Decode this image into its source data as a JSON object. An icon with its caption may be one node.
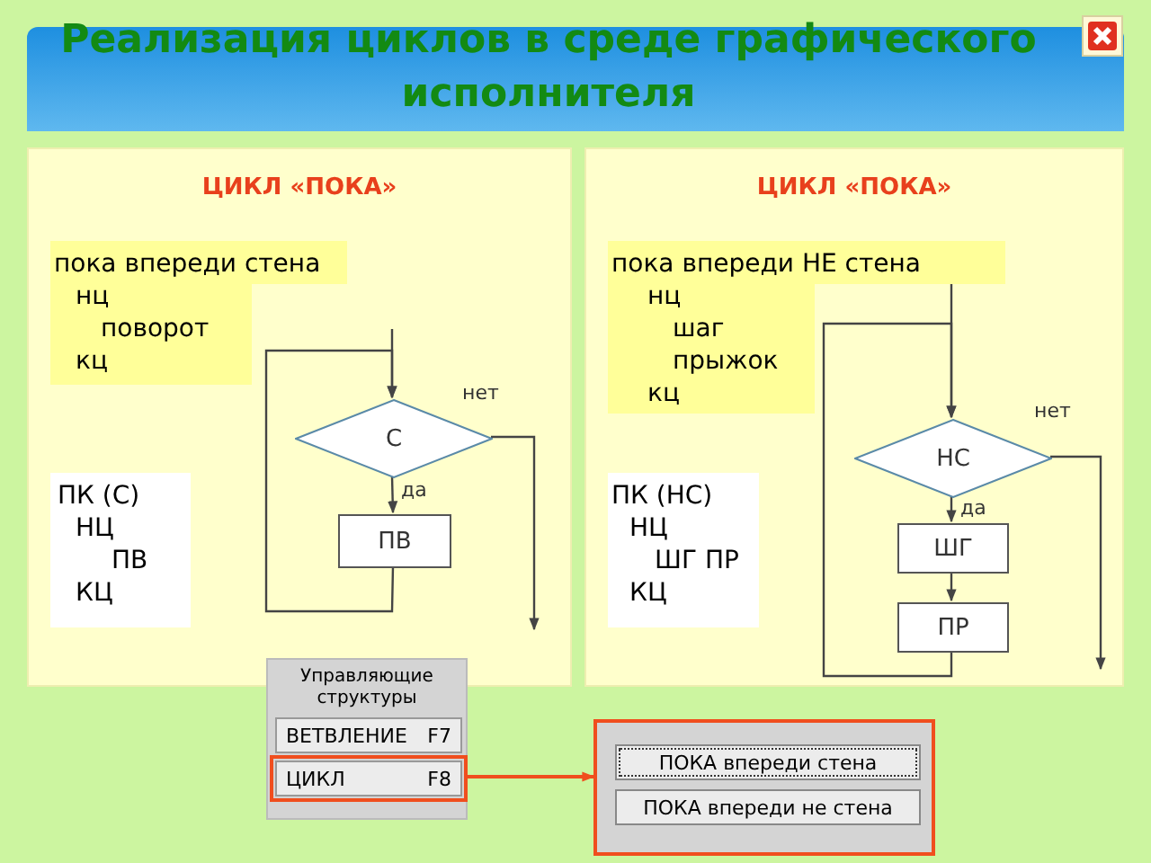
{
  "diagram": {
    "title": "Реализация циклов в среде графического исполнителя",
    "nodes": [
      {
        "text": [
          "ЦИКЛ «ПОКА»"
        ]
      },
      {
        "text": [
          "пока впереди стена",
          "нц",
          "поворот",
          "кц"
        ],
        "in": 0
      },
      {
        "text": [
          "С"
        ],
        "in": 0
      },
      {
        "text": [
          "ПВ"
        ],
        "in": 0
      },
      {
        "text": [
          "ПК (С)",
          "НЦ",
          "ПВ",
          "КЦ"
        ],
        "in": 0
      },
      {
        "text": [
          "ЦИКЛ «ПОКА»"
        ]
      },
      {
        "text": [
          "пока впереди НЕ стена",
          "нц",
          "шаг",
          "прыжок",
          "кц"
        ],
        "in": 5
      },
      {
        "text": [
          "НС"
        ],
        "in": 5
      },
      {
        "text": [
          "ШГ"
        ],
        "in": 5
      },
      {
        "text": [
          "ПР"
        ],
        "in": 5
      },
      {
        "text": [
          "ПК (НС)",
          "НЦ",
          "ШГ ПР",
          "КЦ"
        ],
        "in": 5
      },
      {
        "text": [
          "Управляющие структуры"
        ]
      },
      {
        "text": [
          "ВЕТВЛЕНИЕ",
          "F7"
        ],
        "in": 11
      },
      {
        "text": [
          "ЦИКЛ",
          "F8"
        ],
        "in": 11
      },
      {
        "text": [],
        "shape": "box"
      },
      {
        "text": [
          "ПОКА впереди стена"
        ],
        "in": 14
      },
      {
        "text": [
          "ПОКА впереди не стена"
        ],
        "in": 14
      }
    ],
    "edges": [
      {
        "from": null,
        "to": 2,
        "arrow": "to"
      },
      {
        "from": 2,
        "to": 3,
        "arrow": "to",
        "label": "да"
      },
      {
        "from": 3,
        "to": 2,
        "arrow": "to"
      },
      {
        "from": 2,
        "to": null,
        "arrow": "to",
        "label": "нет"
      },
      {
        "from": 6,
        "to": 7,
        "arrow": "to"
      },
      {
        "from": 7,
        "to": 8,
        "arrow": "to",
        "label": "да"
      },
      {
        "from": 8,
        "to": 9,
        "arrow": "to"
      },
      {
        "from": 9,
        "to": 7,
        "arrow": "to"
      },
      {
        "from": 7,
        "to": null,
        "arrow": "to",
        "label": "нет"
      },
      {
        "from": 13,
        "to": 14,
        "arrow": "to",
        "color": "#f04e1e"
      }
    ]
  }
}
